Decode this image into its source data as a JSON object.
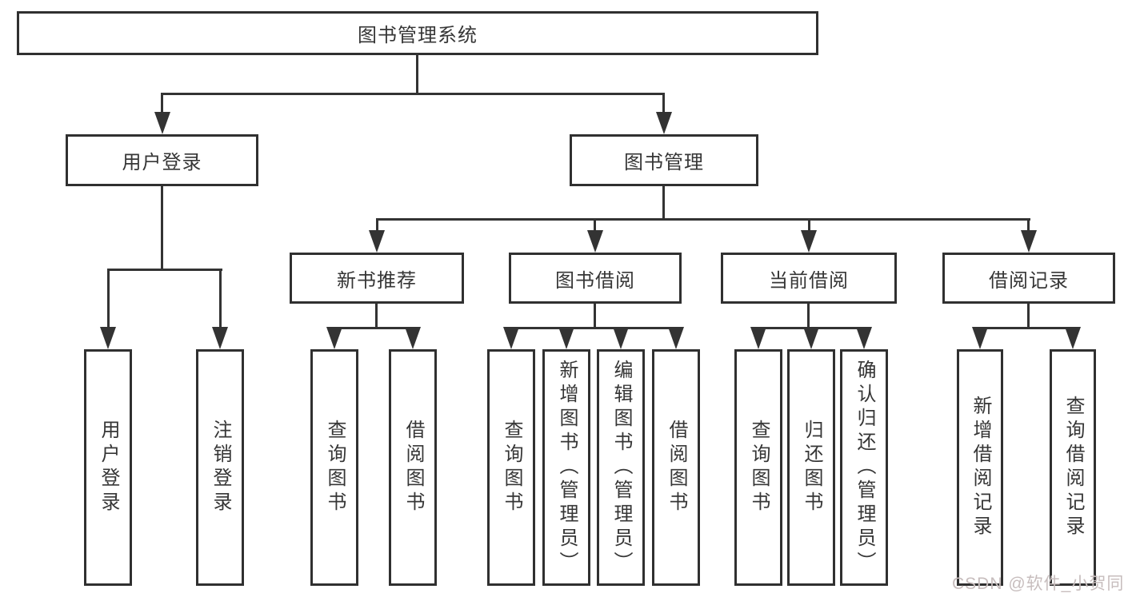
{
  "tree": {
    "label": "图书管理系统",
    "children": [
      {
        "label": "用户登录",
        "children": [
          {
            "label": "用户登录"
          },
          {
            "label": "注销登录"
          }
        ]
      },
      {
        "label": "图书管理",
        "children": [
          {
            "label": "新书推荐",
            "children": [
              {
                "label": "查询图书"
              },
              {
                "label": "借阅图书"
              }
            ]
          },
          {
            "label": "图书借阅",
            "children": [
              {
                "label": "查询图书"
              },
              {
                "label": "新增图书（管理员）"
              },
              {
                "label": "编辑图书（管理员）"
              },
              {
                "label": "借阅图书"
              }
            ]
          },
          {
            "label": "当前借阅",
            "children": [
              {
                "label": "查询图书"
              },
              {
                "label": "归还图书"
              },
              {
                "label": "确认归还（管理员）"
              }
            ]
          },
          {
            "label": "借阅记录",
            "children": [
              {
                "label": "新增借阅记录"
              },
              {
                "label": "查询借阅记录"
              }
            ]
          }
        ]
      }
    ]
  },
  "watermark": {
    "text": "CSDN @软件_小贺同学"
  },
  "colors": {
    "line": "#333333",
    "box-border": "#303030",
    "text": "#363636",
    "watermark": "#c7bdbd",
    "background": "#ffffff"
  }
}
